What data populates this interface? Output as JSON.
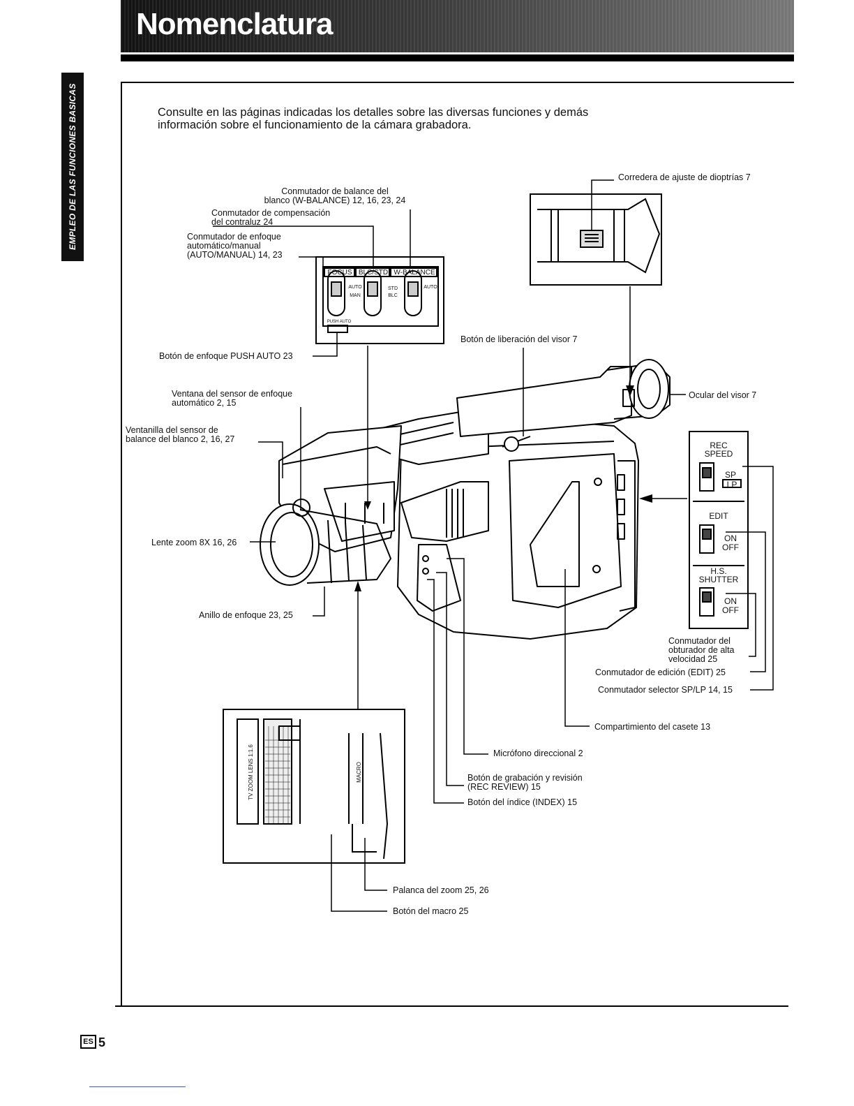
{
  "header": {
    "title": "Nomenclatura",
    "side_tab": "EMPLEO DE LAS FUNCIONES BASICAS"
  },
  "intro": "Consulte en las páginas indicadas los detalles sobre las diversas funciones y demás información sobre el funcionamiento de la cámara grabadora.",
  "labels": {
    "wbalance": "Conmutador de balance del\nblanco (W-BALANCE) 12, 16, 23, 24",
    "blc": "Conmutador de compensación\ndel contraluz 24",
    "focus": "Conmutador de enfoque\nautomático/manual\n(AUTO/MANUAL) 14, 23",
    "push_auto": "Botón de enfoque PUSH AUTO 23",
    "sensor_window": "Ventana del sensor de enfoque\nautomático 2, 15",
    "wb_sensor": "Ventanilla del sensor de\nbalance del blanco 2, 16, 27",
    "zoom_lens": "Lente zoom 8X 16, 26",
    "focus_ring": "Anillo de enfoque 23, 25",
    "diopter": "Corredera de ajuste de dioptrías 7",
    "release": "Botón de liberación del visor 7",
    "eyepiece": "Ocular del visor 7",
    "hs_shutter_sw": "Conmutador del\nobturador de alta\nvelocidad 25",
    "edit_sw": "Conmutador de edición (EDIT) 25",
    "splp_sw": "Conmutador selector SP/LP 14, 15",
    "cassette": "Compartimiento del casete 13",
    "mic": "Micrófono direccional 2",
    "rec_review": "Botón de grabación y revisión\n(REC REVIEW) 15",
    "index": "Botón del índice (INDEX) 15",
    "zoom_lever": "Palanca del zoom 25, 26",
    "macro": "Botón del macro 25"
  },
  "control_panel": {
    "focus": "FOCUS",
    "blc_std": "BLC/STD",
    "wbalance": "W-BALANCE",
    "auto": "AUTO",
    "man": "MAN",
    "std": "STD",
    "blc": "BLC",
    "push_auto": "PUSH AUTO"
  },
  "switch_panel": {
    "rec_speed": "REC\nSPEED",
    "sp": "SP",
    "lp": "LP",
    "edit": "EDIT",
    "on": "ON",
    "off": "OFF",
    "hs_shutter": "H.S.\nSHUTTER"
  },
  "lens_panel": {
    "lens_text": "TV ZOOM LENS 1:1.6",
    "macro": "MACRO"
  },
  "footer": {
    "lang": "ES",
    "page": "5"
  }
}
